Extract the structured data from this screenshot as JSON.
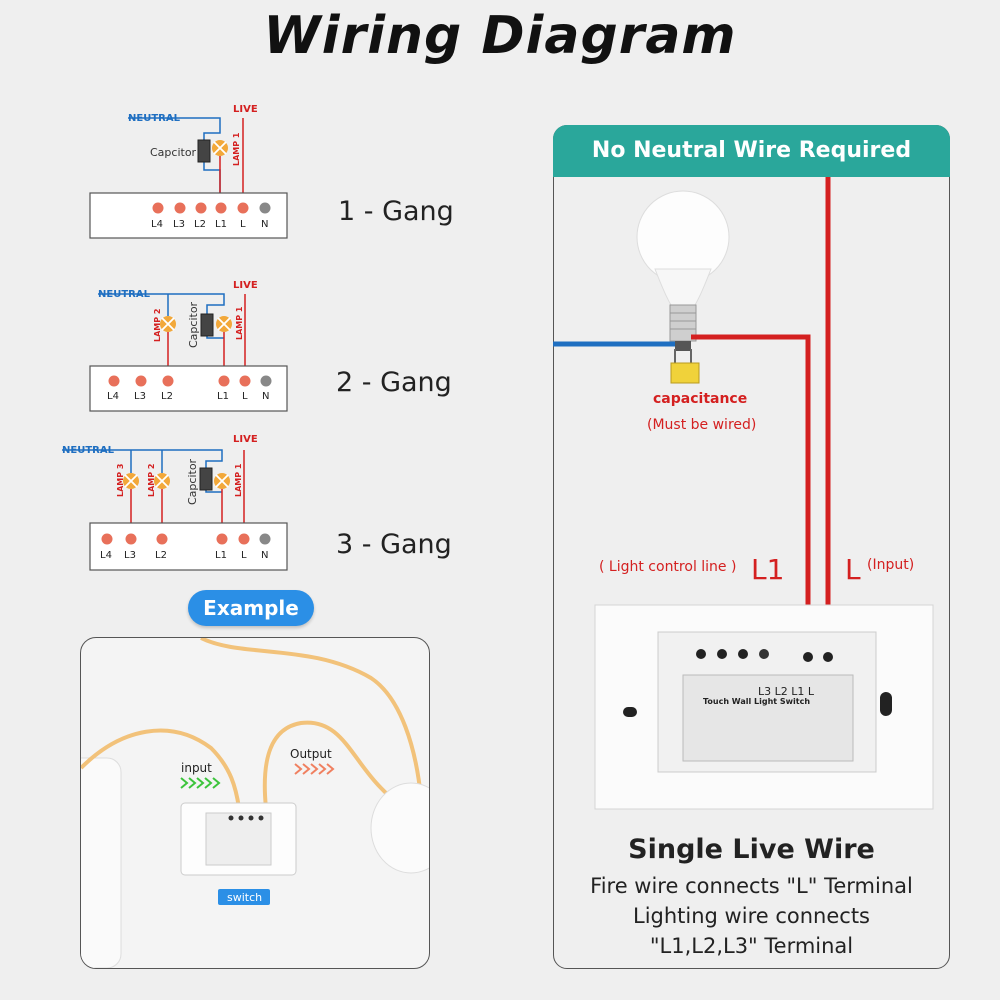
{
  "title": "Wiring Diagram",
  "labels": {
    "neutral": "NEUTRAL",
    "live": "LIVE",
    "capacitor": "Capcitor",
    "lamp1": "LAMP 1",
    "lamp2": "LAMP 2",
    "lamp3": "LAMP 3",
    "terminals": [
      "L4",
      "L3",
      "L2",
      "L1",
      "L",
      "N"
    ]
  },
  "gangs": [
    {
      "label": "1 - Gang"
    },
    {
      "label": "2 - Gang"
    },
    {
      "label": "3 - Gang"
    }
  ],
  "example": {
    "badge": "Example",
    "input": "input",
    "output": "Output",
    "switch": "switch"
  },
  "panel": {
    "header": "No Neutral Wire Required",
    "capacitance": "capacitance",
    "must_be_wired": "(Must be wired)",
    "light_control": "( Light control line )",
    "l1": "L1",
    "l": "L",
    "input": "(Input)",
    "switch_terminals": "L3  L2  L1   L",
    "switch_name": "Touch Wall Light Switch",
    "subtitle": "Single Live Wire",
    "desc": [
      "Fire wire connects \"L\" Terminal",
      "Lighting wire connects",
      "\"L1,L2,L3\" Terminal"
    ]
  },
  "colors": {
    "live": "#d42020",
    "neutral": "#1f6fc1",
    "terminal": "#e8705a",
    "neutral_terminal": "#888888",
    "lamp": "#f2a83a",
    "header": "#2aa79b",
    "badge": "#2b8fe6"
  }
}
